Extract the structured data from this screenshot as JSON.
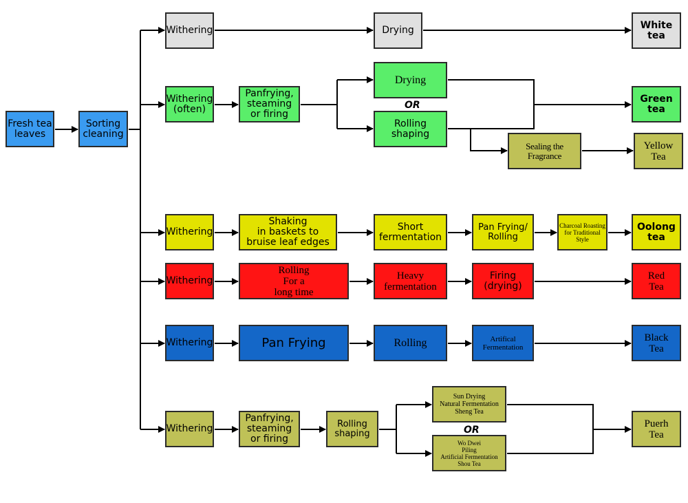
{
  "colors": {
    "blue": "#3a9bf0",
    "gray": "#e0e0e0",
    "green": "#5aee6a",
    "olive": "#bfc157",
    "yellow": "#e2e200",
    "red": "#ff1414",
    "darkblue": "#1467c8",
    "line": "#000000"
  },
  "nodes": [
    {
      "id": "fresh",
      "label": "Fresh tea\nleaves",
      "color": "blue"
    },
    {
      "id": "sort",
      "label": "Sorting\ncleaning",
      "color": "blue"
    },
    {
      "id": "w1",
      "label": "Withering",
      "color": "gray"
    },
    {
      "id": "dry1",
      "label": "Drying",
      "color": "gray"
    },
    {
      "id": "white",
      "label": "White\ntea",
      "color": "gray"
    },
    {
      "id": "w2",
      "label": "Withering\n(often)",
      "color": "green"
    },
    {
      "id": "pan2",
      "label": "Panfrying,\nsteaming\nor firing",
      "color": "green"
    },
    {
      "id": "dry2",
      "label": "Drying",
      "color": "green"
    },
    {
      "id": "roll2",
      "label": "Rolling\nshaping",
      "color": "green"
    },
    {
      "id": "green",
      "label": "Green\ntea",
      "color": "green"
    },
    {
      "id": "seal",
      "label": "Sealing the Fragrance",
      "color": "olive"
    },
    {
      "id": "yellow",
      "label": "Yellow\nTea",
      "color": "olive"
    },
    {
      "id": "w3",
      "label": "Withering",
      "color": "yellow"
    },
    {
      "id": "shake",
      "label": "Shaking\n   in baskets to\nbruise leaf edges",
      "color": "yellow"
    },
    {
      "id": "shortf",
      "label": "Short\nfermentation",
      "color": "yellow"
    },
    {
      "id": "panroll",
      "label": "Pan Frying/\nRolling",
      "color": "yellow"
    },
    {
      "id": "char",
      "label": "Charcoal Roasting\nfor Traditional Style",
      "color": "yellow"
    },
    {
      "id": "oolong",
      "label": "Oolong\ntea",
      "color": "yellow"
    },
    {
      "id": "w4",
      "label": "Withering",
      "color": "red"
    },
    {
      "id": "rolllong",
      "label": "Rolling\nFor a\nlong time",
      "color": "red"
    },
    {
      "id": "heavy",
      "label": "Heavy\nfermentation",
      "color": "red"
    },
    {
      "id": "firing",
      "label": "Firing\n(drying)",
      "color": "red"
    },
    {
      "id": "red",
      "label": "Red\nTea",
      "color": "red"
    },
    {
      "id": "w5",
      "label": "Withering",
      "color": "darkblue"
    },
    {
      "id": "panfry5",
      "label": "Pan Frying",
      "color": "darkblue"
    },
    {
      "id": "roll5",
      "label": "Rolling",
      "color": "darkblue"
    },
    {
      "id": "artf5",
      "label": "Artifical Fermentation",
      "color": "darkblue"
    },
    {
      "id": "black",
      "label": "Black\nTea",
      "color": "darkblue"
    },
    {
      "id": "w6",
      "label": "Withering",
      "color": "olive"
    },
    {
      "id": "pan6",
      "label": "Panfrying,\nsteaming\nor firing",
      "color": "olive"
    },
    {
      "id": "roll6",
      "label": "Rolling\nshaping",
      "color": "olive"
    },
    {
      "id": "sun",
      "label": "Sun Drying\nNatural Fermentation\nSheng Tea",
      "color": "olive"
    },
    {
      "id": "wodwei",
      "label": "Wo Dwei\nPiling\nArtificial Fermentation\nShou Tea",
      "color": "olive"
    },
    {
      "id": "puerh",
      "label": "Puerh\nTea",
      "color": "olive"
    }
  ],
  "or_labels": {
    "green_branch": "OR",
    "puerh_branch": "OR"
  }
}
